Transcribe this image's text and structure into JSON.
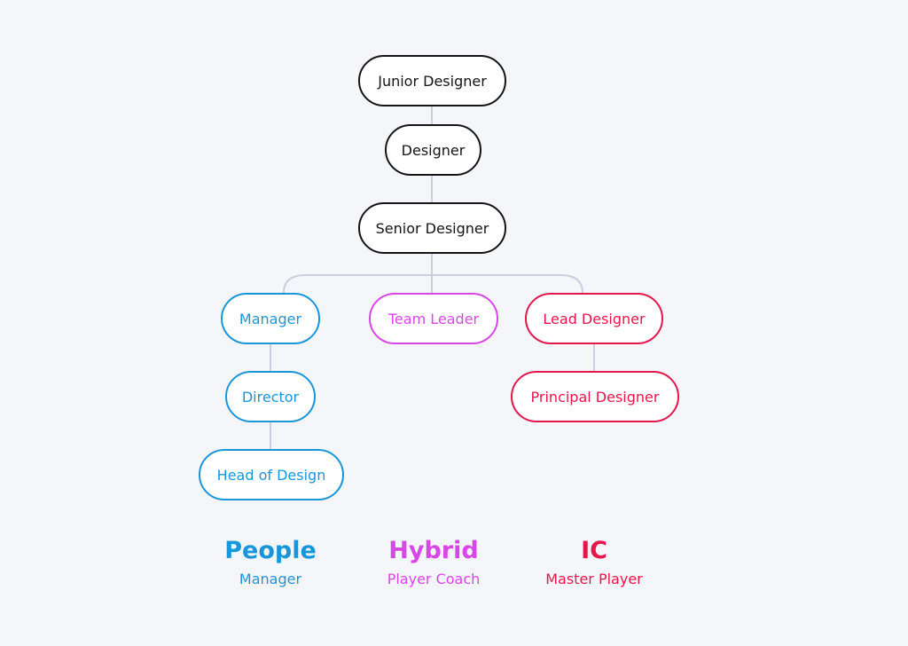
{
  "nodes": {
    "junior_designer": "Junior Designer",
    "designer": "Designer",
    "senior_designer": "Senior Designer",
    "manager": "Manager",
    "team_leader": "Team Leader",
    "lead_designer": "Lead Designer",
    "director": "Director",
    "principal_designer": "Principal Designer",
    "head_of_design": "Head of Design"
  },
  "legend": {
    "people": {
      "title": "People",
      "subtitle": "Manager"
    },
    "hybrid": {
      "title": "Hybrid",
      "subtitle": "Player Coach"
    },
    "ic": {
      "title": "IC",
      "subtitle": "Master Player"
    }
  },
  "colors": {
    "people": "#1896dc",
    "hybrid": "#d946e8",
    "ic": "#e3174a",
    "neutral": "#141414",
    "connector": "#c9cfdc",
    "background": "#f5f6fa"
  }
}
